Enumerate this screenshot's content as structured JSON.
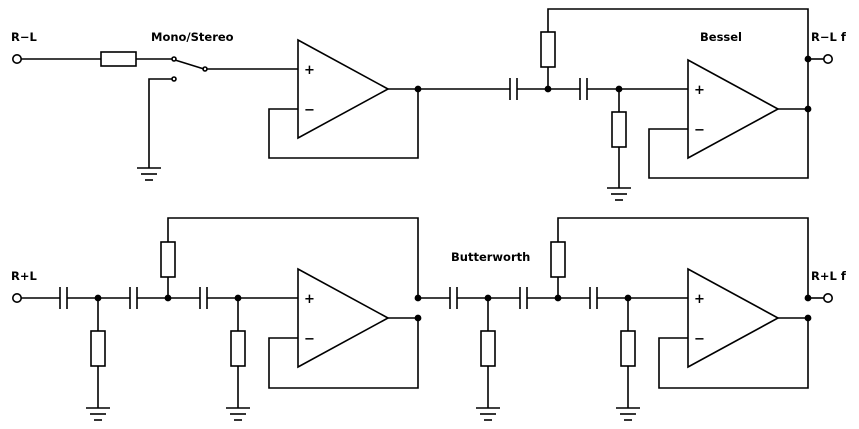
{
  "labels": {
    "input_rl": "R−L",
    "input_rpl": "R+L",
    "switch": "Mono/Stereo",
    "filter_top": "Bessel",
    "filter_bottom": "Butterworth",
    "output_rl": "R−L f",
    "output_rpl": "R+L f"
  },
  "opamp": {
    "plus": "+",
    "minus": "−"
  },
  "colors": {
    "line": "#000000",
    "background": "#ffffff"
  }
}
